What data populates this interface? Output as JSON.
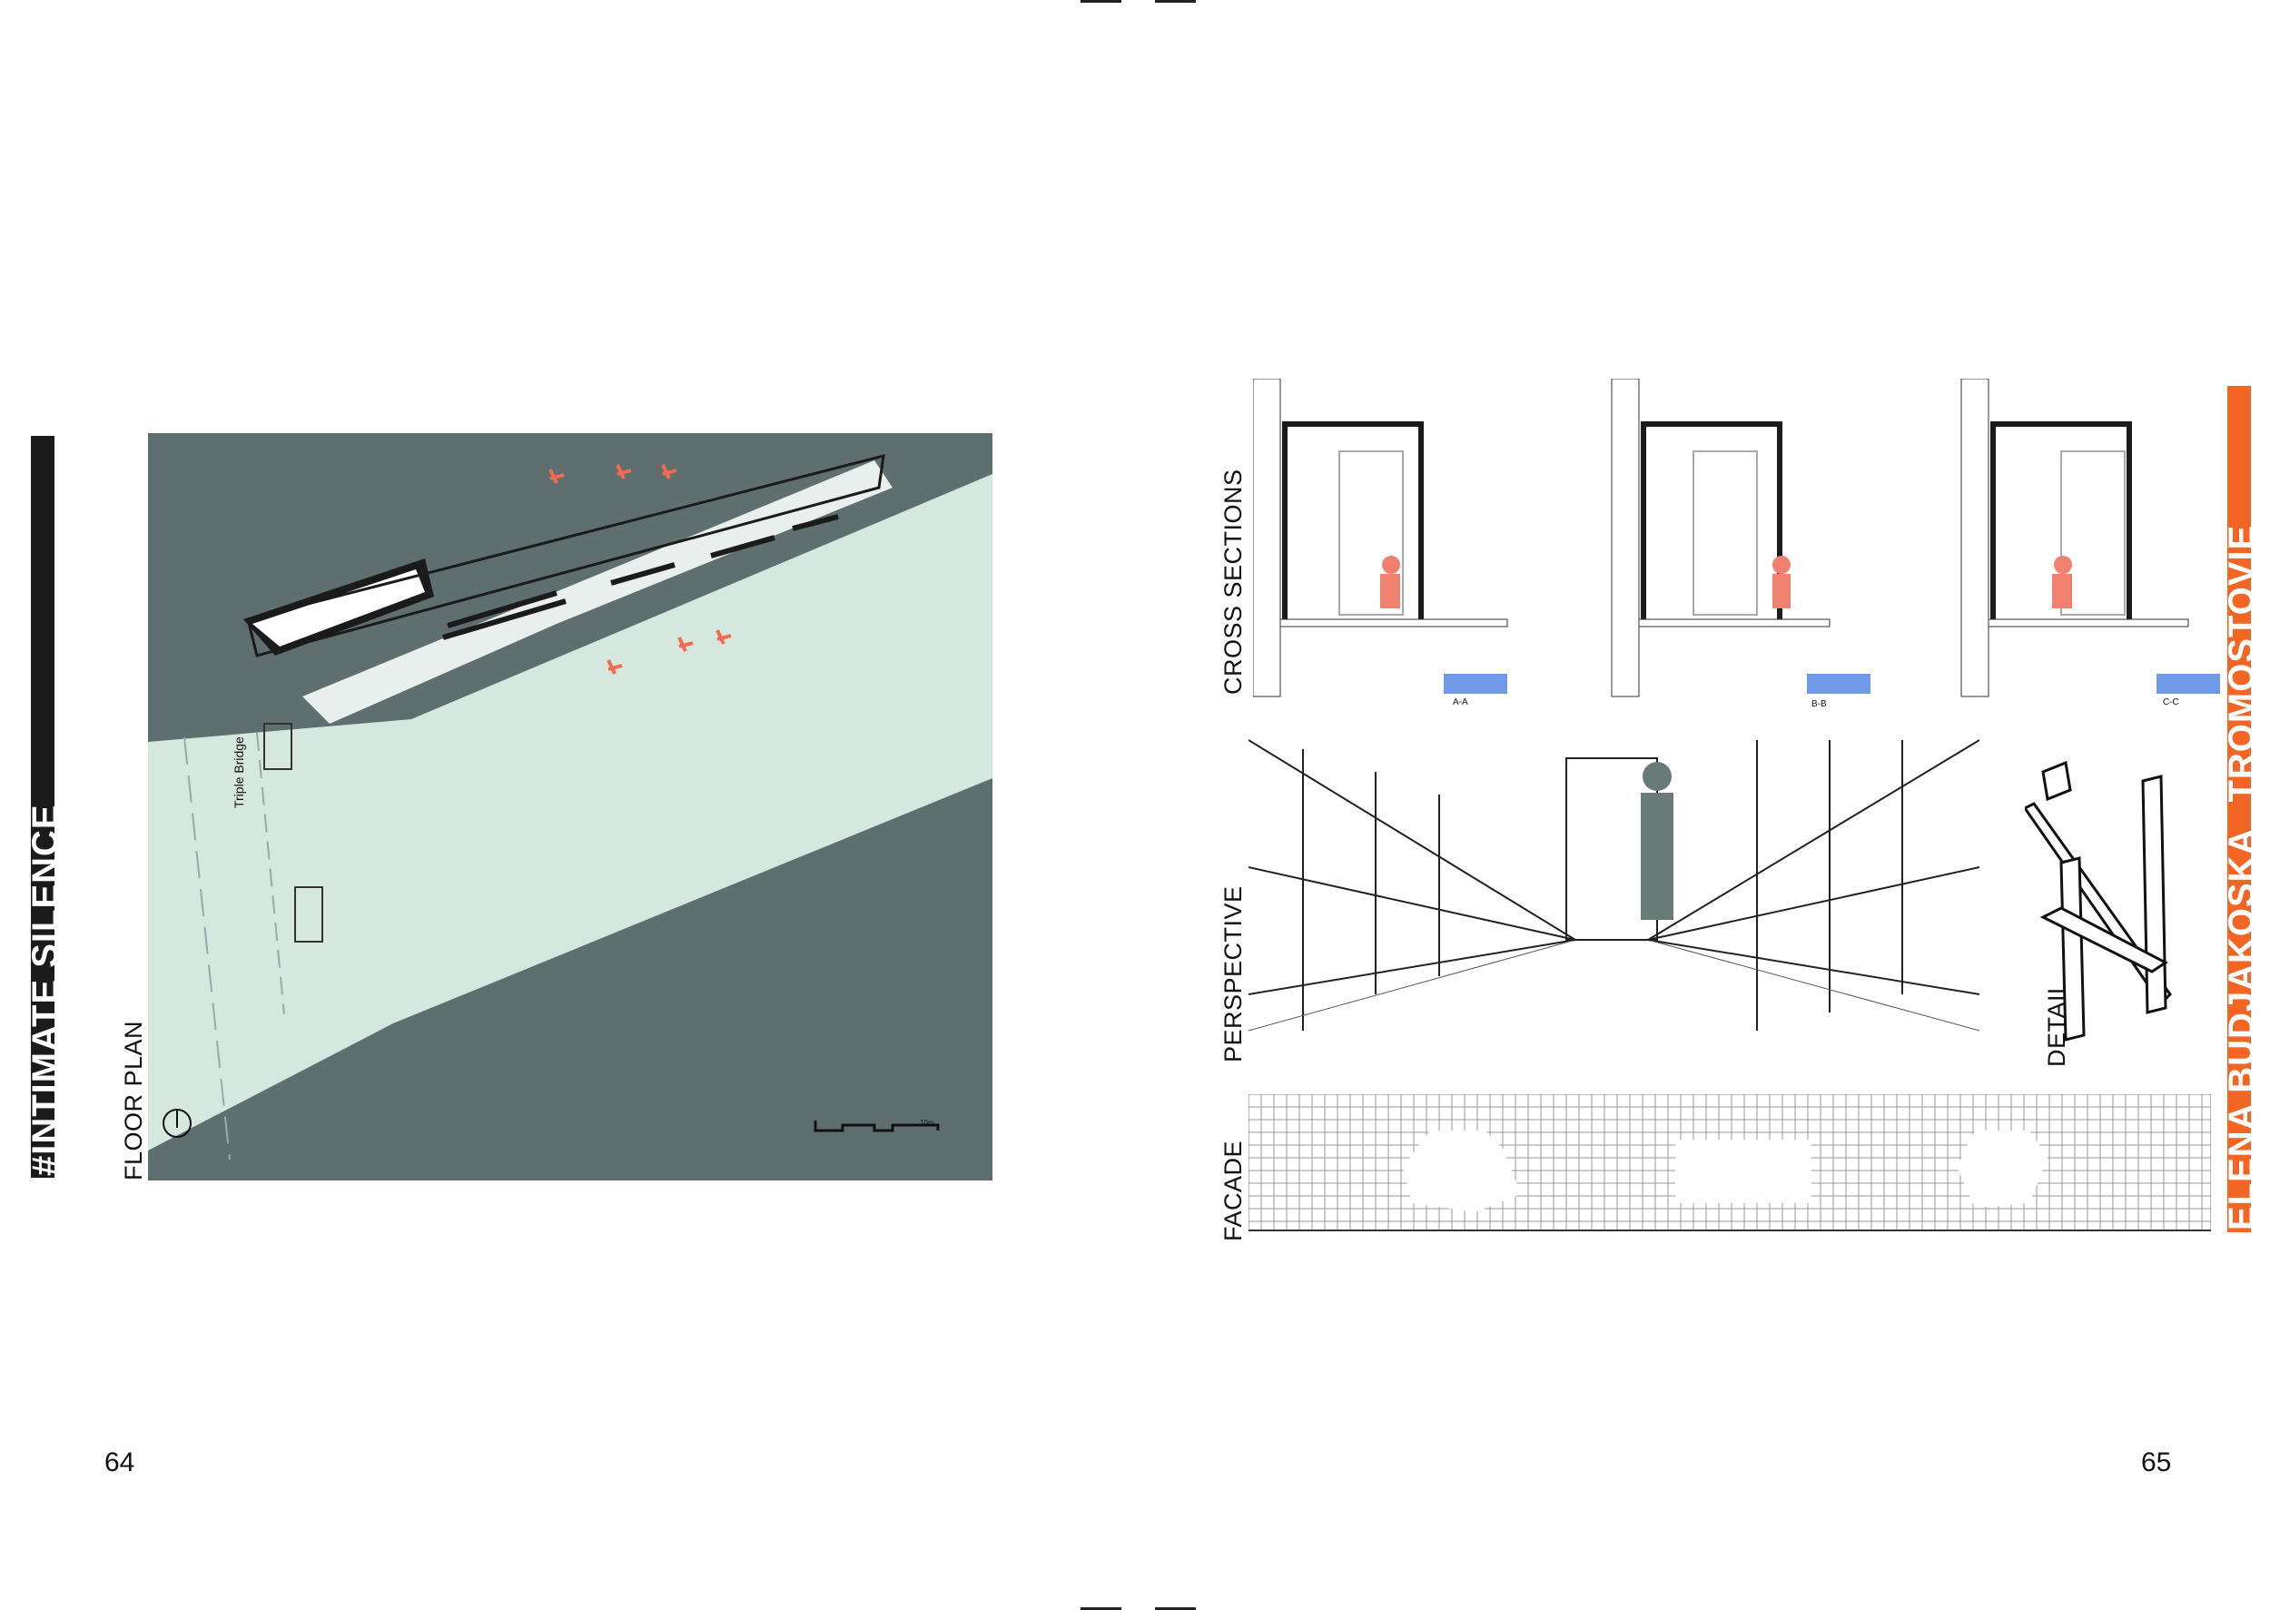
{
  "pages": {
    "left_number": "64",
    "right_number": "65"
  },
  "left_bar": {
    "title": "#INTIMATE SILENCE"
  },
  "right_bar": {
    "author": "ELENA BUDJAKOSKA",
    "site": "TROMOSTOVIE"
  },
  "floor_plan": {
    "heading": "FLOOR PLAN",
    "bridge_label": "Triple Bridge",
    "scale_label": "10m",
    "colors": {
      "land": "#5f6f6f",
      "water": "#d5e7df",
      "accent": "#f26b4f"
    }
  },
  "sections": {
    "heading": "CROSS SECTIONS",
    "labels": [
      "A-A",
      "B-B",
      "C-C"
    ],
    "colors": {
      "figure": "#f08070",
      "water": "#6f9ae8"
    }
  },
  "perspective": {
    "heading": "PERSPECTIVE"
  },
  "detail": {
    "heading": "DETAIL"
  },
  "facade": {
    "heading": "FACADE"
  }
}
